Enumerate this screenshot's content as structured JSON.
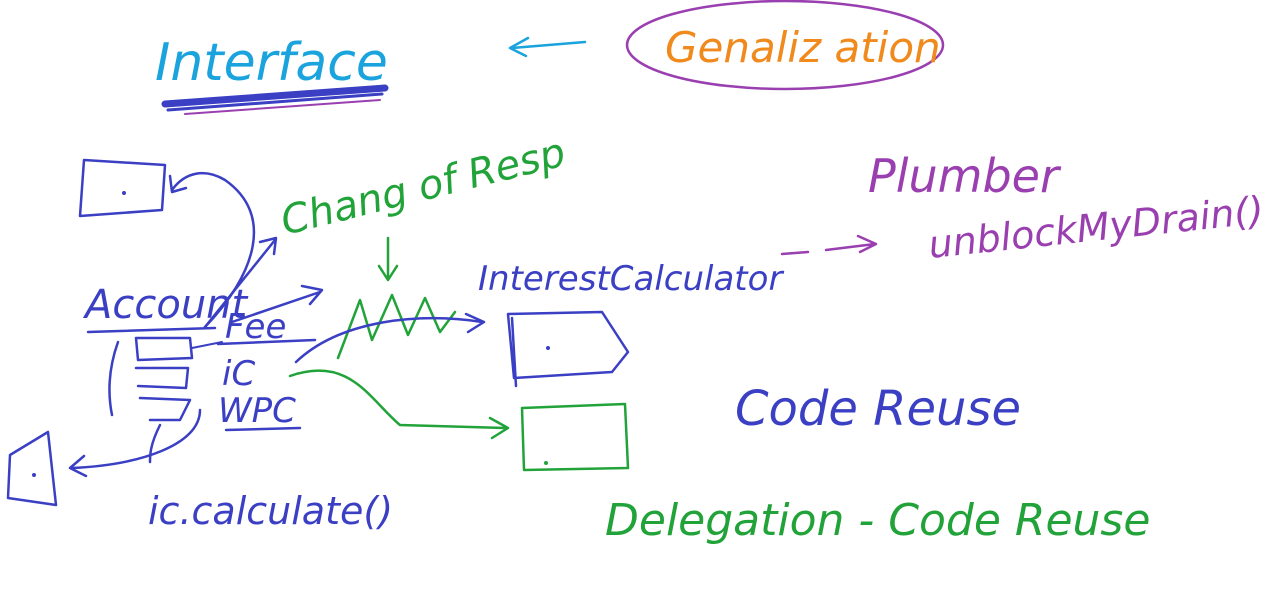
{
  "labels": {
    "interface": "Interface",
    "generalization": "Genaliz ation",
    "chain_of_responsibility": "Chang of Resp",
    "interest_calculator": "InterestCalculator",
    "plumber": "Plumber",
    "unblock_drain": "unblockMyDrain()",
    "code_reuse": "Code Reuse",
    "account": "Account",
    "field_fee": "Fee",
    "field_ic": "iC",
    "field_wpc": "WPC",
    "ic_call": "ic.calculate()",
    "delegation": "Delegation - Code Reuse"
  },
  "colors": {
    "blue": "#3a3fc4",
    "cyan": "#1aa3dc",
    "green": "#22a33a",
    "purple": "#9a3fb0",
    "orange": "#f08a1c"
  }
}
